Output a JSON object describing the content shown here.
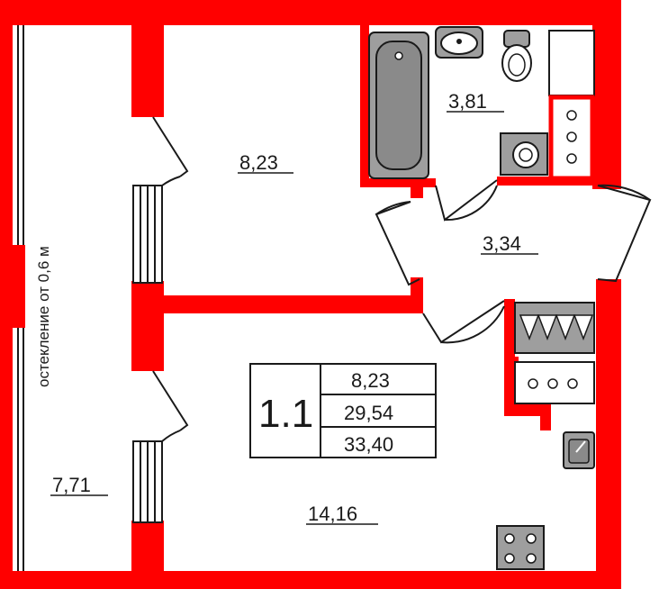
{
  "wall_color": "#ff0000",
  "fixture_color": "#9e9e9e",
  "rooms": {
    "bedroom": "8,23",
    "bathroom": "3,81",
    "hall": "3,34",
    "living": "14,16",
    "balcony": "7,71"
  },
  "balcony_note": "остеклениe от 0,6 м",
  "summary": {
    "apartment_number": "1.1",
    "living_area": "8,23",
    "total_area": "29,54",
    "area_with_balcony": "33,40"
  }
}
